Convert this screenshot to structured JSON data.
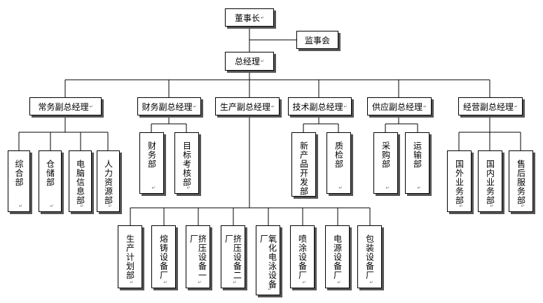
{
  "top": {
    "chairman": "董事长",
    "supervisory_board": "监事会",
    "general_manager": "总经理"
  },
  "deputies": {
    "general_affairs": "常务副总经理",
    "finance": "财务副总经理",
    "production": "生产副总经理",
    "technology": "技术副总经理",
    "supply": "供应副总经理",
    "business": "经营副总经理"
  },
  "departments": {
    "general_affairs": [
      "综合部",
      "仓储部",
      "电脑信息部",
      "人力资源部"
    ],
    "finance": [
      "财务部",
      "目标考核部"
    ],
    "technology": [
      "新产品开发部",
      "质检部"
    ],
    "supply": [
      "采购部",
      "运输部"
    ],
    "business": [
      "国外业务部",
      "国内业务部",
      "售后服务部"
    ],
    "production": [
      "生产计划部",
      "熔铸设备厂",
      "挤压设备一厂",
      "挤压设备二厂",
      "氧化电泳设备厂",
      "喷涂设备厂",
      "电源设备厂",
      "包装设备厂"
    ]
  },
  "paragraph_mark": "↵"
}
